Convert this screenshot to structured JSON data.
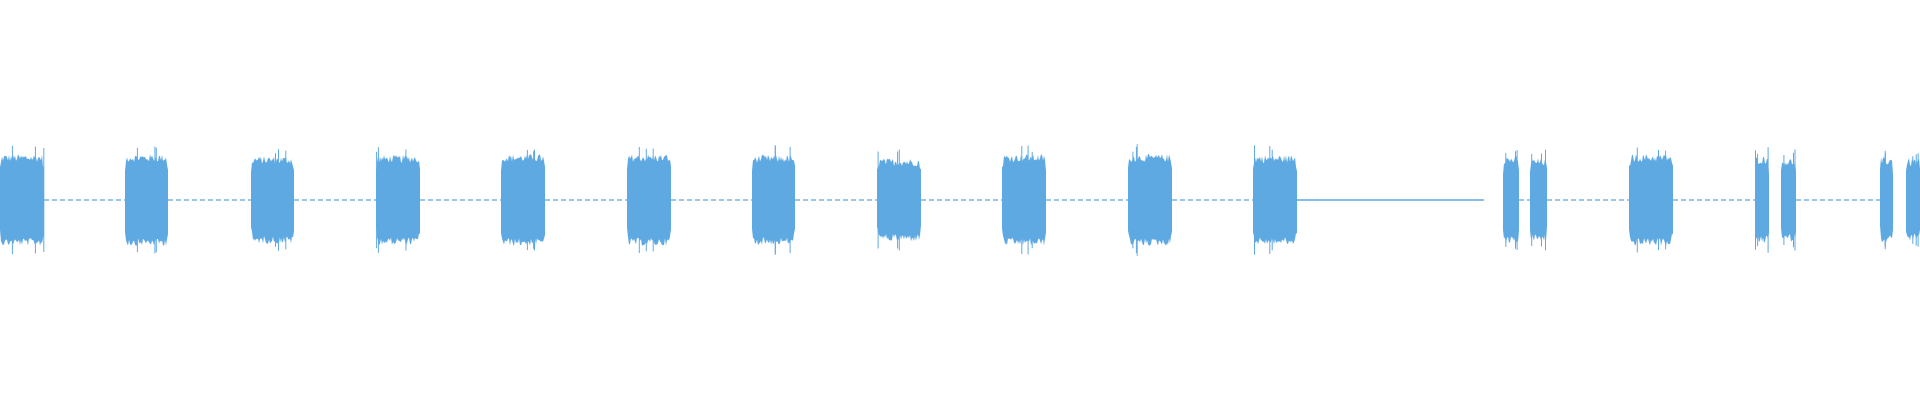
{
  "waveform": {
    "color": "#5fa9e2",
    "background": "#ffffff",
    "duration_units": 1920,
    "bursts": [
      {
        "start": 0,
        "end": 44,
        "amplitude": 1.0
      },
      {
        "start": 125,
        "end": 168,
        "amplitude": 1.0
      },
      {
        "start": 251,
        "end": 294,
        "amplitude": 0.95
      },
      {
        "start": 376,
        "end": 420,
        "amplitude": 0.98
      },
      {
        "start": 501,
        "end": 545,
        "amplitude": 1.0
      },
      {
        "start": 627,
        "end": 671,
        "amplitude": 1.0
      },
      {
        "start": 752,
        "end": 795,
        "amplitude": 0.98
      },
      {
        "start": 877,
        "end": 921,
        "amplitude": 0.9
      },
      {
        "start": 1002,
        "end": 1046,
        "amplitude": 1.0
      },
      {
        "start": 1128,
        "end": 1172,
        "amplitude": 1.0
      },
      {
        "start": 1253,
        "end": 1297,
        "amplitude": 0.98
      },
      {
        "start": 1503,
        "end": 1519,
        "amplitude": 0.95
      },
      {
        "start": 1530,
        "end": 1547,
        "amplitude": 0.9
      },
      {
        "start": 1629,
        "end": 1673,
        "amplitude": 1.0
      },
      {
        "start": 1755,
        "end": 1769,
        "amplitude": 0.95
      },
      {
        "start": 1781,
        "end": 1796,
        "amplitude": 0.9
      },
      {
        "start": 1880,
        "end": 1893,
        "amplitude": 0.92
      },
      {
        "start": 1906,
        "end": 1920,
        "amplitude": 0.9
      }
    ],
    "dotted_gaps": [
      [
        44,
        125
      ],
      [
        168,
        251
      ],
      [
        294,
        376
      ],
      [
        420,
        501
      ],
      [
        545,
        627
      ],
      [
        671,
        752
      ],
      [
        795,
        877
      ],
      [
        921,
        1002
      ],
      [
        1046,
        1128
      ],
      [
        1172,
        1253
      ],
      [
        1519,
        1530
      ],
      [
        1547,
        1629
      ],
      [
        1673,
        1755
      ],
      [
        1796,
        1880
      ]
    ],
    "solid_gaps": [
      [
        1297,
        1484
      ]
    ]
  }
}
